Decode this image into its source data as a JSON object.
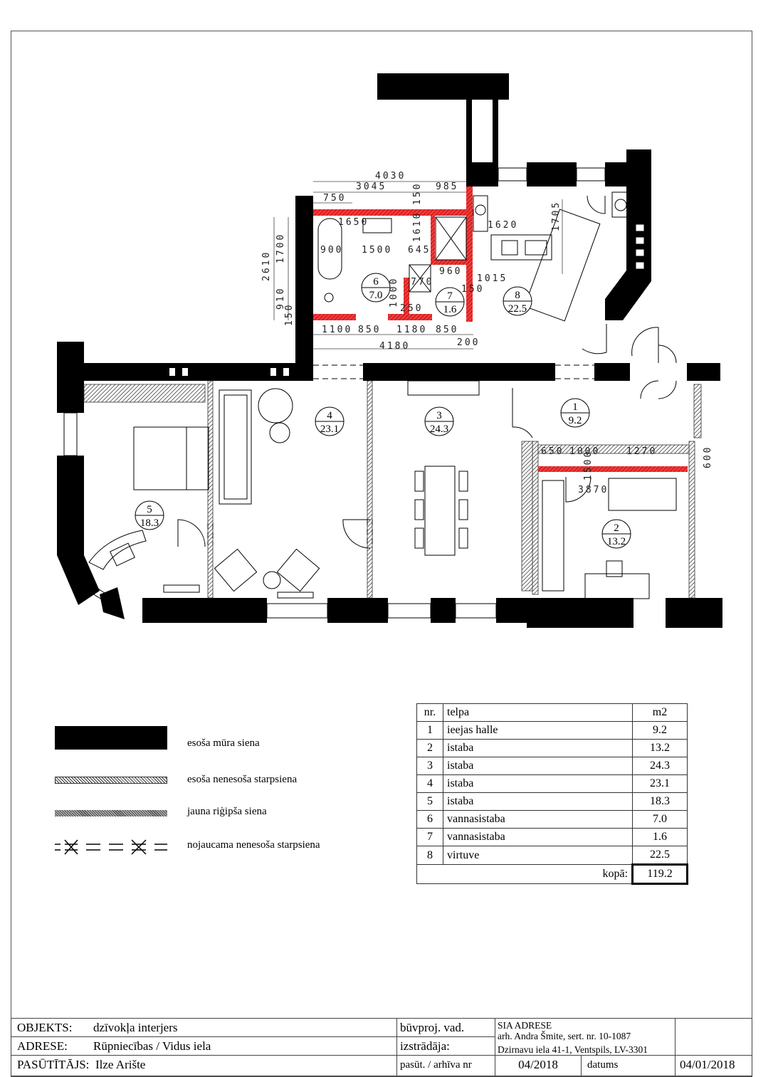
{
  "plan": {
    "rooms": [
      {
        "nr": "1",
        "area": "9.2"
      },
      {
        "nr": "2",
        "area": "13.2"
      },
      {
        "nr": "3",
        "area": "24.3"
      },
      {
        "nr": "4",
        "area": "23.1"
      },
      {
        "nr": "5",
        "area": "18.3"
      },
      {
        "nr": "6",
        "area": "7.0"
      },
      {
        "nr": "7",
        "area": "1.6"
      },
      {
        "nr": "8",
        "area": "22.5"
      }
    ],
    "dimensions": {
      "d4030": "4030",
      "d3045": "3045",
      "d985": "985",
      "d750": "750",
      "d1650": "1650",
      "d900": "900",
      "d1500": "1500",
      "d150a": "150",
      "d1610": "1610",
      "d645": "645",
      "d960": "960",
      "d1620": "1620",
      "d1705": "1705",
      "d1015": "1015",
      "d2610": "2610",
      "d1700": "1700",
      "d910": "910",
      "d150b": "150",
      "d1100": "1100",
      "d850a": "850",
      "d1180": "1180",
      "d850b": "850",
      "d200": "200",
      "d4180": "4180",
      "d1000": "1000",
      "d250": "250",
      "d770": "770",
      "d150c": "150",
      "d650": "650",
      "d1000b": "1000",
      "d1270": "1270",
      "d3870": "3870",
      "d600": "600",
      "d1500b": "1500"
    }
  },
  "legend": [
    {
      "label": "esoša mūra siena"
    },
    {
      "label": "esoša nenesoša starpsiena"
    },
    {
      "label": "jauna riģipša siena"
    },
    {
      "label": "nojaucama nenesoša starpsiena"
    }
  ],
  "area_table": {
    "headers": [
      "nr.",
      "telpa",
      "m2"
    ],
    "rows": [
      {
        "nr": "1",
        "name": "ieejas halle",
        "m2": "9.2"
      },
      {
        "nr": "2",
        "name": "istaba",
        "m2": "13.2"
      },
      {
        "nr": "3",
        "name": "istaba",
        "m2": "24.3"
      },
      {
        "nr": "4",
        "name": "istaba",
        "m2": "23.1"
      },
      {
        "nr": "5",
        "name": "istaba",
        "m2": "18.3"
      },
      {
        "nr": "6",
        "name": "vannasistaba",
        "m2": "7.0"
      },
      {
        "nr": "7",
        "name": "vannasistaba",
        "m2": "1.6"
      },
      {
        "nr": "8",
        "name": "virtuve",
        "m2": "22.5"
      }
    ],
    "total_label": "kopā:",
    "total": "119.2"
  },
  "title_block": {
    "objekts_label": "OBJEKTS:",
    "objekts": "dzīvokļa interjers",
    "adrese_label": "ADRESE:",
    "adrese": "Rūpniecības / Vidus iela",
    "pasutitajs_label": "PASŪTĪTĀJS:",
    "pasutitajs": "Ilze Arište",
    "buvproj": "būvproj. vad.",
    "izstradaja": "izstrādāja:",
    "pasut_nr": "pasūt. / arhīva nr",
    "pasut_val": "04/2018",
    "datums": "datums",
    "datums_val": "04/01/2018",
    "company": "SIA ADRESE",
    "architect": "arh. Andra Šmite, sert. nr. 10-1087",
    "company_addr": "Dzirnavu iela 41-1, Ventspils, LV-3301"
  },
  "colors": {
    "new_wall": "#e32222",
    "wall": "#000000"
  }
}
